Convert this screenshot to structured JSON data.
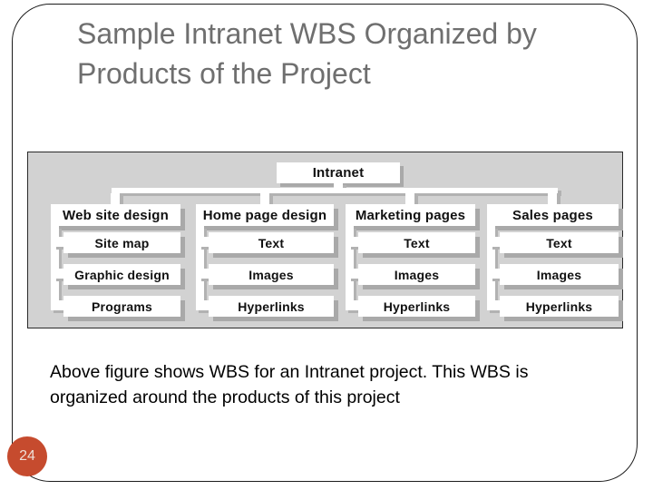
{
  "slide": {
    "title": "Sample Intranet WBS Organized by Products of the Project",
    "caption": "Above figure shows WBS for an Intranet project. This WBS is organized around the products of this project",
    "page_number": "24"
  },
  "diagram": {
    "root": "Intranet",
    "columns": [
      {
        "header": "Web site design",
        "items": [
          "Site map",
          "Graphic design",
          "Programs"
        ]
      },
      {
        "header": "Home page design",
        "items": [
          "Text",
          "Images",
          "Hyperlinks"
        ]
      },
      {
        "header": "Marketing pages",
        "items": [
          "Text",
          "Images",
          "Hyperlinks"
        ]
      },
      {
        "header": "Sales pages",
        "items": [
          "Text",
          "Images",
          "Hyperlinks"
        ]
      }
    ]
  },
  "colors": {
    "accent_badge": "#c64b2e",
    "title_gray": "#6f6f6f",
    "panel_background": "#d2d2d2",
    "box_shadow_gray": "#a9a9a9",
    "border_black": "#1c1c1c"
  }
}
